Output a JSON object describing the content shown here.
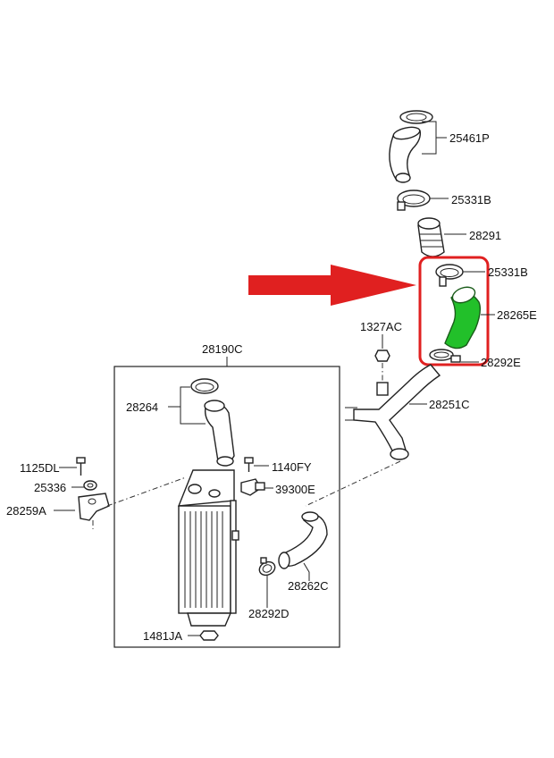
{
  "colors": {
    "highlight_box": "#e02020",
    "arrow": "#e02020",
    "highlight_part": "#22c02a"
  },
  "labels": {
    "p25461P": "25461P",
    "p25331B_top": "25331B",
    "p28291": "28291",
    "p25331B_hl": "25331B",
    "p28265E": "28265E",
    "p28292E": "28292E",
    "p1327AC": "1327AC",
    "p28251C": "28251C",
    "p28190C": "28190C",
    "p28264": "28264",
    "p1125DL": "1125DL",
    "p25336": "25336",
    "p28259A": "28259A",
    "p1140FY": "1140FY",
    "p39300E": "39300E",
    "p28262C": "28262C",
    "p28292D": "28292D",
    "p1481JA": "1481JA"
  }
}
